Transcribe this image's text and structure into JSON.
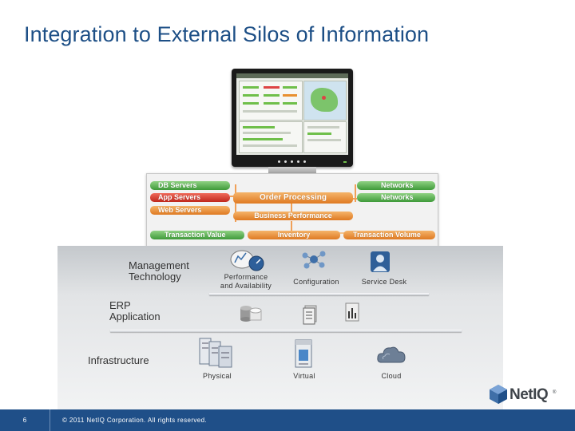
{
  "slide": {
    "title": "Integration to External Silos of Information",
    "page_number": "6",
    "copyright": "© 2011 NetIQ Corporation. All rights reserved.",
    "logo_text": "NetIQ",
    "logo_mark": "®"
  },
  "dashboard": {
    "left": [
      {
        "label": "DB Servers",
        "color": "green"
      },
      {
        "label": "App Servers",
        "color": "red"
      },
      {
        "label": "Web Servers",
        "color": "orange"
      }
    ],
    "right": [
      {
        "label": "Networks",
        "color": "green"
      },
      {
        "label": "Networks",
        "color": "green"
      }
    ],
    "order_processing": "Order Processing",
    "business_performance": "Business Performance",
    "bottom": [
      {
        "label": "Transaction Value",
        "color": "green"
      },
      {
        "label": "Inventory",
        "color": "orange"
      },
      {
        "label": "Transaction Volume",
        "color": "orange"
      }
    ]
  },
  "tiers": {
    "management": "Management Technology",
    "erp": "ERP Application",
    "infrastructure": "Infrastructure"
  },
  "management_items": {
    "perf_line1": "Performance",
    "perf_line2": "and Availability",
    "configuration": "Configuration",
    "service_desk": "Service Desk"
  },
  "infra_items": {
    "physical": "Physical",
    "virtual": "Virtual",
    "cloud": "Cloud"
  },
  "icons": [
    "dashboard-gauge-icon",
    "network-nodes-icon",
    "service-desk-person-icon",
    "database-cylinder-icon",
    "document-gear-icon",
    "server-rack-icon",
    "physical-servers-icon",
    "virtual-server-icon",
    "cloud-icon",
    "netiq-logo-icon"
  ]
}
